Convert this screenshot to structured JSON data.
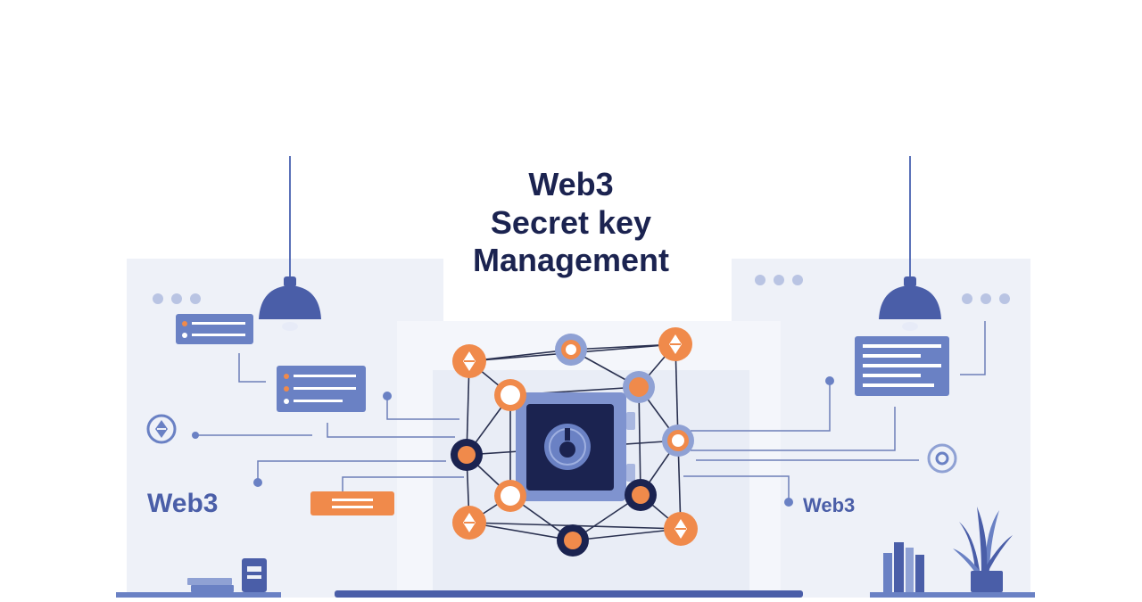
{
  "hero": {
    "title_line1": "Web3",
    "title_line2": "Secret key",
    "title_line3": "Management"
  },
  "side_labels": {
    "left": "Web3",
    "right": "Web3"
  },
  "colors": {
    "navy": "#1b2350",
    "primary": "#5a71b8",
    "accent": "#f08a4b",
    "panel": "#eef1f8",
    "line": "#2a3150"
  },
  "icons": [
    "lamp-icon",
    "message-card-icon",
    "coin-icon",
    "safe-vault-icon",
    "ethereum-node-icon",
    "plant-icon",
    "books-icon",
    "window-dots-icon"
  ]
}
